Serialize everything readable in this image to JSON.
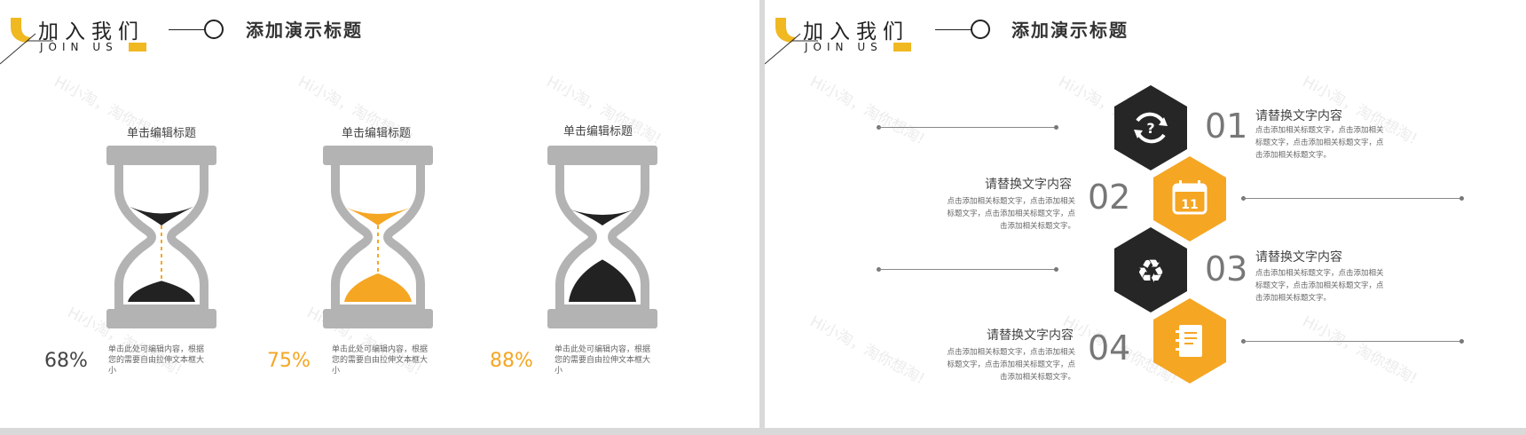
{
  "header": {
    "title": "加入我们",
    "subtitle": "JOIN US",
    "slide_title": "添加演示标题",
    "accent_color": "#f0b821"
  },
  "watermark": "Hi小淘，淘你想淘!",
  "slide1": {
    "hourglasses": [
      {
        "title": "单击编辑标题",
        "percent": "68%",
        "percent_color": "#444444",
        "sand_color": "#222222",
        "level": 0.68,
        "description": "单击此处可编辑内容，根据您的需要自由拉伸文本框大小"
      },
      {
        "title": "单击编辑标题",
        "percent": "75%",
        "percent_color": "#f5a623",
        "sand_color": "#f5a623",
        "level": 0.75,
        "description": "单击此处可编辑内容，根据您的需要自由拉伸文本框大小"
      },
      {
        "title": "单击编辑标题",
        "percent": "88%",
        "percent_color": "#f5a623",
        "sand_color": "#222222",
        "level": 0.88,
        "description": "单击此处可编辑内容，根据您的需要自由拉伸文本框大小"
      }
    ],
    "frame_color": "#b3b3b3"
  },
  "slide2": {
    "items": [
      {
        "number": "01",
        "title": "请替换文字内容",
        "icon": "refresh-question-icon",
        "hex_color": "#262626",
        "text": "点击添加相关标题文字，点击添加相关标题文字，点击添加相关标题文字，点击添加相关标题文字。"
      },
      {
        "number": "02",
        "title": "请替换文字内容",
        "icon": "calendar-icon",
        "icon_text": "11",
        "hex_color": "#f5a623",
        "text": "点击添加相关标题文字，点击添加相关标题文字，点击添加相关标题文字，点击添加相关标题文字。"
      },
      {
        "number": "03",
        "title": "请替换文字内容",
        "icon": "recycle-icon",
        "hex_color": "#262626",
        "text": "点击添加相关标题文字，点击添加相关标题文字，点击添加相关标题文字，点击添加相关标题文字。"
      },
      {
        "number": "04",
        "title": "请替换文字内容",
        "icon": "notebook-icon",
        "hex_color": "#f5a623",
        "text": "点击添加相关标题文字，点击添加相关标题文字，点击添加相关标题文字，点击添加相关标题文字。"
      }
    ]
  }
}
